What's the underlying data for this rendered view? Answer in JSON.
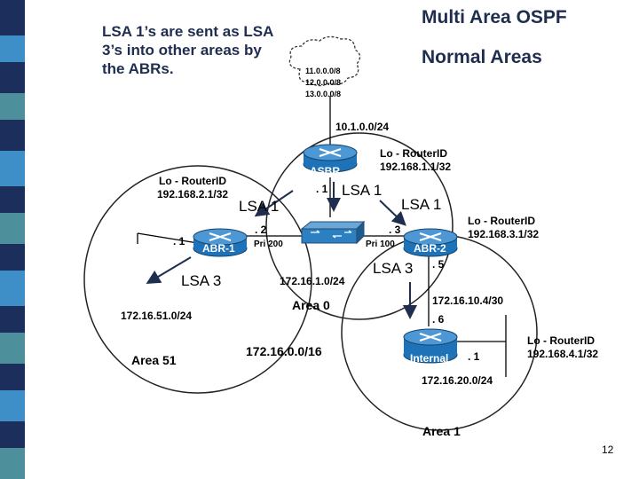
{
  "slide": {
    "title": "Multi Area OSPF",
    "subtitle": "Normal Areas",
    "bullet": "LSA 1’s are sent as LSA 3’s into other areas by the ABRs.",
    "page_number": "12"
  },
  "colors": {
    "bar_dark": "#1c2e5c",
    "bar_light": "#3e8ec8",
    "bar_teal": "#4d8f9a",
    "router_blue": "#1e73b8",
    "accent_navy": "#1f2d4f"
  },
  "routers": {
    "asbr": "ASBR",
    "abr1": "ABR-1",
    "abr2": "ABR-2",
    "internal": "Internal"
  },
  "cloud": {
    "routes": [
      "11.0.0.0/8",
      "12.0.0.0/8",
      "13.0.0.0/8"
    ]
  },
  "labels": {
    "net_10": "10.1.0.0/24",
    "asbr_routerid": "Lo - RouterID\n192.168.1.1/32",
    "abr1_routerid": "Lo - RouterID\n192.168.2.1/32",
    "abr2_routerid": "Lo - RouterID\n192.168.3.1/32",
    "internal_routerid": "Lo - RouterID\n192.168.4.1/32",
    "asbr_if": ". 1",
    "abr1_if2": ". 2",
    "abr1_if1": ". 1",
    "abr2_if3": ". 3",
    "abr2_if5": ". 5",
    "internal_if6": ". 6",
    "internal_if1": ". 1",
    "pri_200": "Pri 200",
    "pri_100": "Pri 100",
    "net_172_16_1": "172.16.1.0/24",
    "net_172_16_51": "172.16.51.0/24",
    "net_172_16_10": "172.16.10.4/30",
    "net_172_16_20": "172.16.20.0/24",
    "net_172_16": "172.16.0.0/16"
  },
  "lsa": {
    "lsa1_left": "LSA 1",
    "lsa1_center": "LSA 1",
    "lsa1_right": "LSA 1",
    "lsa3_left": "LSA 3",
    "lsa3_right": "LSA 3"
  },
  "areas": {
    "area0": "Area 0",
    "area51": "Area 51",
    "area1": "Area 1"
  }
}
